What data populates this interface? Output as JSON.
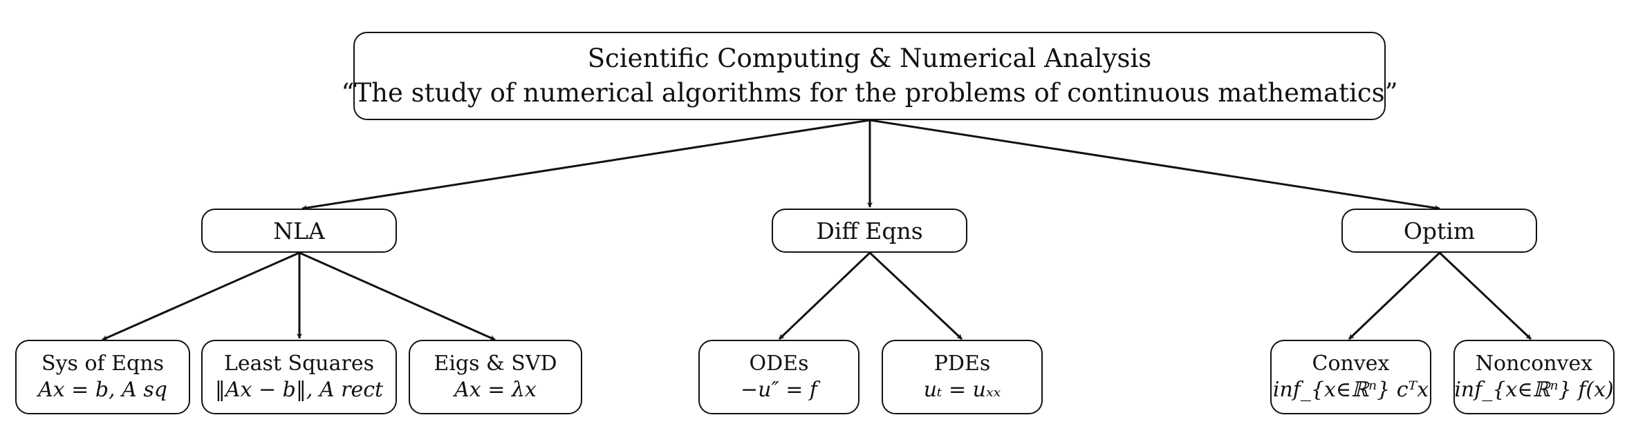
{
  "root": {
    "title": "Scientific Computing & Numerical Analysis",
    "subtitle": "“The study of numerical algorithms for the problems of continuous mathematics”"
  },
  "branches": [
    {
      "label": "NLA"
    },
    {
      "label": "Diff Eqns"
    },
    {
      "label": "Optim"
    }
  ],
  "leaves": [
    {
      "title": "Sys of Eqns",
      "formula": "Ax = b, A sq"
    },
    {
      "title": "Least Squares",
      "formula": "‖Ax − b‖, A rect"
    },
    {
      "title": "Eigs & SVD",
      "formula": "Ax = λx"
    },
    {
      "title": "ODEs",
      "formula": "−u″ = f"
    },
    {
      "title": "PDEs",
      "formula": "uₜ = uₓₓ"
    },
    {
      "title": "Convex",
      "formula": "inf_{x∈ℝⁿ} cᵀx"
    },
    {
      "title": "Nonconvex",
      "formula": "inf_{x∈ℝⁿ} f(x)"
    }
  ]
}
